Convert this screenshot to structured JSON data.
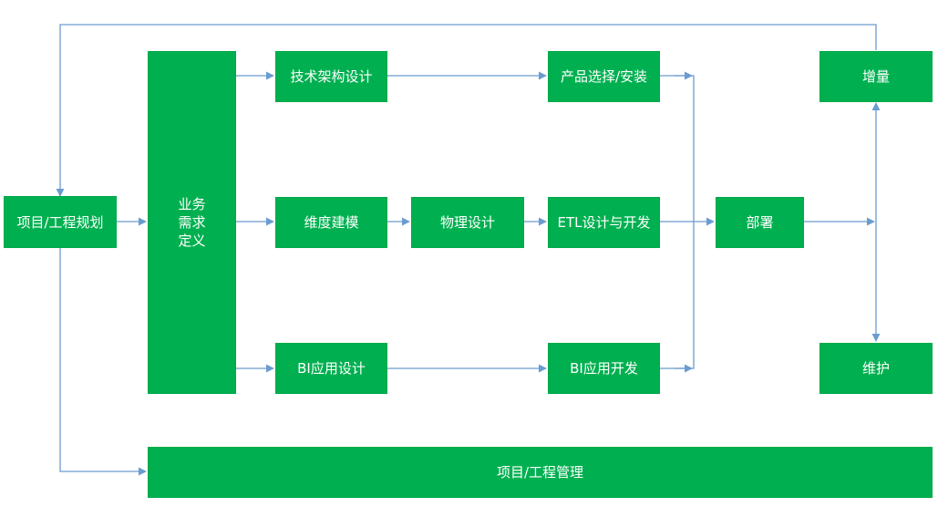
{
  "colors": {
    "node_fill": "#00b050",
    "node_text": "#ffffff",
    "connector": "#6a9ccf"
  },
  "nodes": {
    "project_planning": "项目/工程规划",
    "business_requirements": "业务\n需求\n定义",
    "tech_architecture": "技术架构设计",
    "product_selection": "产品选择/安装",
    "dimensional_modeling": "维度建模",
    "physical_design": "物理设计",
    "etl_design": "ETL设计与开发",
    "deployment": "部署",
    "bi_app_design": "BI应用设计",
    "bi_app_development": "BI应用开发",
    "growth": "增量",
    "maintenance": "维护",
    "project_management": "项目/工程管理"
  }
}
